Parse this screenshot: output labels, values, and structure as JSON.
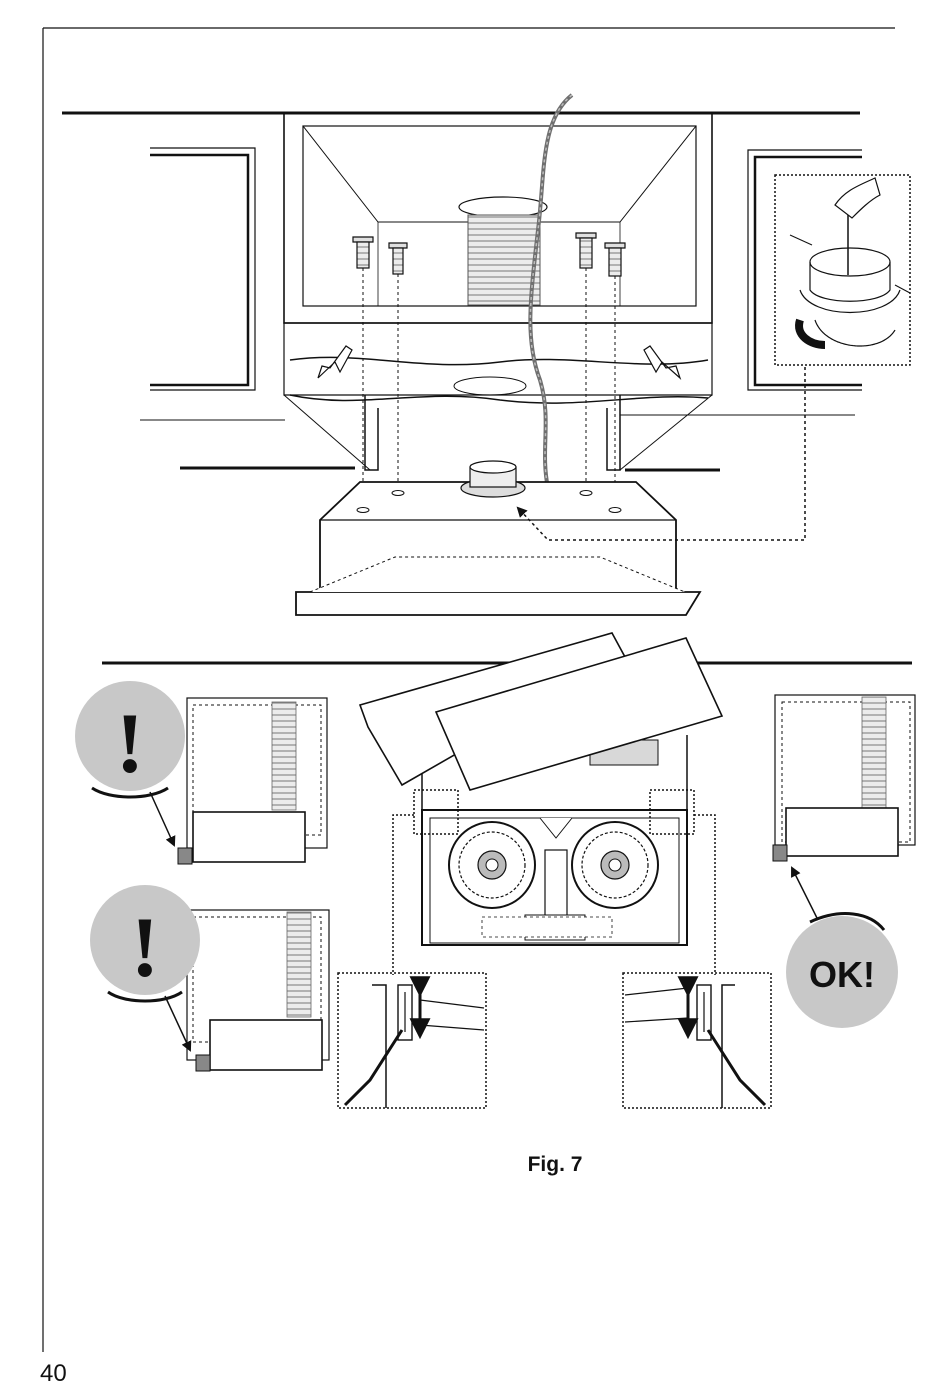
{
  "figure": {
    "caption": "Fig. 7",
    "ok_badge": "OK!",
    "warning_symbol": "!"
  },
  "page": {
    "number": "40"
  },
  "icons": [
    "warning-exclamation-icon",
    "ok-badge-icon",
    "screwdriver-icon",
    "screw-icon",
    "fan-icon",
    "hand-icon"
  ],
  "colors": {
    "line": "#1a1a1a",
    "badge_fill": "#c8c8c8",
    "duct_fill": "#e6e6e6",
    "cable": "#7a7a7a"
  }
}
